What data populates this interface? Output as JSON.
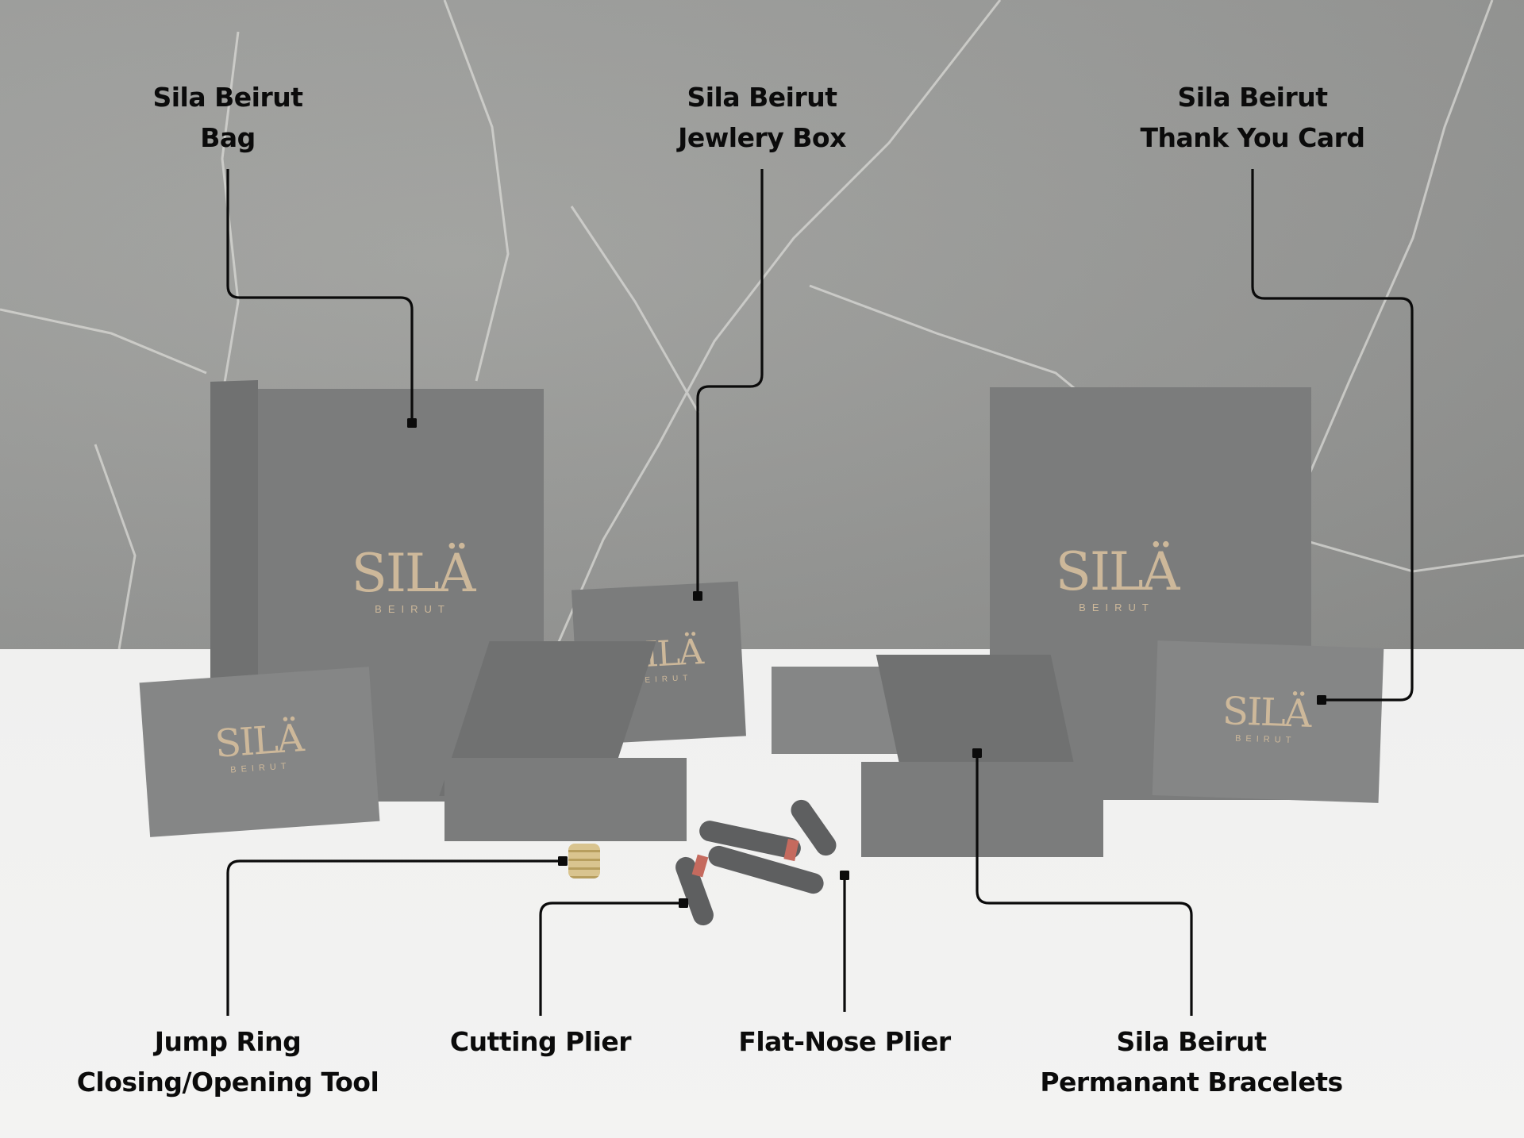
{
  "scene": {
    "background": "grey marble wall over white table with Sila Beirut packaging",
    "brand_logo": {
      "main": "SILÄ",
      "sub": "BEIRUT",
      "color": "#cdb89a"
    }
  },
  "labels": {
    "bag": {
      "line1": "Sila Beirut",
      "line2": "Bag"
    },
    "jewelry_box": {
      "line1": "Sila Beirut",
      "line2": "Jewlery Box"
    },
    "thank_you_card": {
      "line1": "Sila Beirut",
      "line2": "Thank You Card"
    },
    "jump_ring_tool": {
      "line1": "Jump Ring",
      "line2": "Closing/Opening Tool"
    },
    "cutting_plier": {
      "line1": "Cutting Plier"
    },
    "flat_nose_plier": {
      "line1": "Flat-Nose Plier"
    },
    "bracelets": {
      "line1": "Sila Beirut",
      "line2": "Permanant Bracelets"
    }
  },
  "colors": {
    "line": "#0b0b0b",
    "wall": "#979896",
    "table": "#f1f1f0",
    "packaging": "#7b7c7c",
    "gold": "#cdb89a"
  }
}
